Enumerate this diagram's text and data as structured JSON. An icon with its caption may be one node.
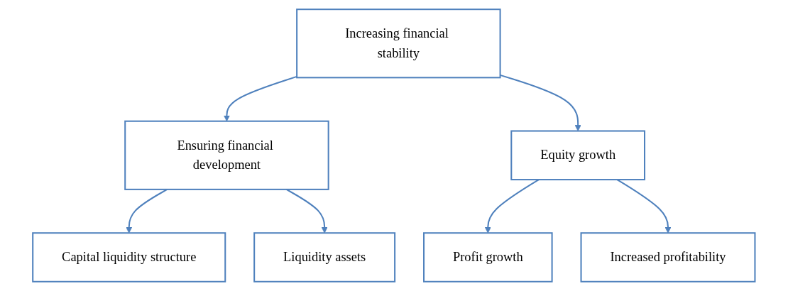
{
  "diagram": {
    "nodes": [
      {
        "text": [
          "Increasing financial stability"
        ]
      },
      {
        "text": [
          "Ensuring financial development"
        ]
      },
      {
        "text": [
          "Equity growth"
        ]
      },
      {
        "text": [
          "Capital liquidity structure"
        ]
      },
      {
        "text": [
          "Liquidity assets"
        ]
      },
      {
        "text": [
          "Profit growth"
        ]
      },
      {
        "text": [
          "Increased profitability"
        ]
      }
    ],
    "edges": [
      {
        "from": 0,
        "to": 1,
        "arrow": "to"
      },
      {
        "from": 0,
        "to": 2,
        "arrow": "to"
      },
      {
        "from": 1,
        "to": 3,
        "arrow": "to"
      },
      {
        "from": 1,
        "to": 4,
        "arrow": "to"
      },
      {
        "from": 2,
        "to": 5,
        "arrow": "to"
      },
      {
        "from": 2,
        "to": 6,
        "arrow": "to"
      }
    ]
  }
}
